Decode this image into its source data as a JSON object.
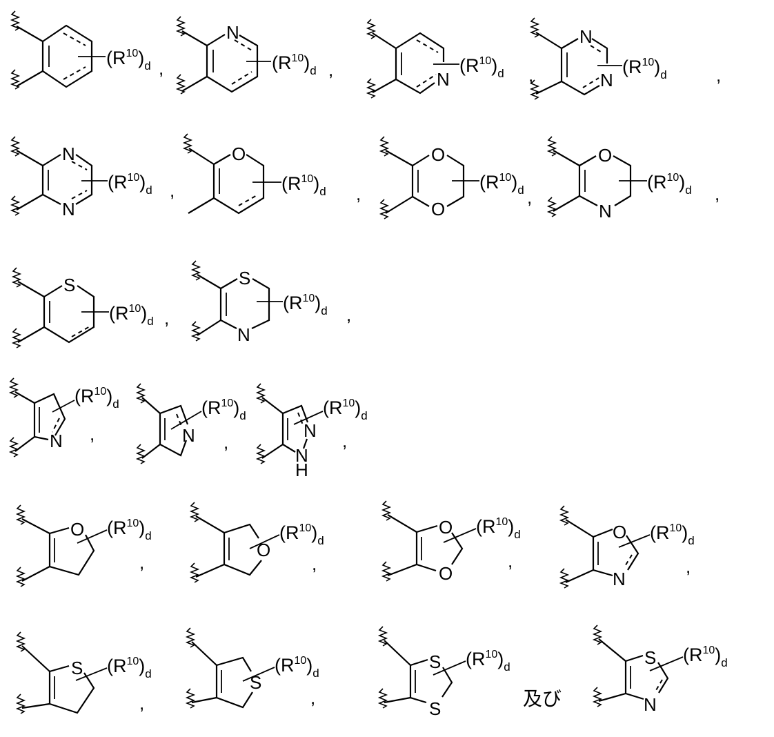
{
  "figure": {
    "description": "Fused ring fragments with substituent (R10)d",
    "substituent": {
      "open": "(R",
      "superscript": "10",
      "close": ")",
      "subscript": "d"
    },
    "separator": ",",
    "conjunction": "及び"
  },
  "structures": [
    {
      "id": 1,
      "row": 1,
      "name": "benzene-fused",
      "atoms": []
    },
    {
      "id": 2,
      "row": 1,
      "name": "pyridine-fused-2,3",
      "atoms": [
        "N"
      ]
    },
    {
      "id": 3,
      "row": 1,
      "name": "pyridine-fused-3,4",
      "atoms": [
        "N"
      ]
    },
    {
      "id": 4,
      "row": 1,
      "name": "pyrimidine-fused",
      "atoms": [
        "N",
        "N"
      ]
    },
    {
      "id": 5,
      "row": 2,
      "name": "pyrazine-fused",
      "atoms": [
        "N",
        "N"
      ]
    },
    {
      "id": 6,
      "row": 2,
      "name": "pyran-fused",
      "atoms": [
        "O"
      ]
    },
    {
      "id": 7,
      "row": 2,
      "name": "dioxine-fused",
      "atoms": [
        "O",
        "O"
      ]
    },
    {
      "id": 8,
      "row": 2,
      "name": "oxazine-fused",
      "atoms": [
        "O",
        "N"
      ]
    },
    {
      "id": 9,
      "row": 3,
      "name": "thiopyran-fused",
      "atoms": [
        "S"
      ]
    },
    {
      "id": 10,
      "row": 3,
      "name": "thiazine-fused",
      "atoms": [
        "S",
        "N"
      ]
    },
    {
      "id": 11,
      "row": 4,
      "name": "pyrroline-fused-N-alpha",
      "atoms": [
        "N"
      ]
    },
    {
      "id": 12,
      "row": 4,
      "name": "pyrroline-fused-N-beta",
      "atoms": [
        "N"
      ]
    },
    {
      "id": 13,
      "row": 4,
      "name": "pyrazoline-fused",
      "atoms": [
        "N",
        "N",
        "H"
      ]
    },
    {
      "id": 14,
      "row": 5,
      "name": "dihydrofuran-fused-O-alpha",
      "atoms": [
        "O"
      ]
    },
    {
      "id": 15,
      "row": 5,
      "name": "dihydrofuran-fused-O-beta",
      "atoms": [
        "O"
      ]
    },
    {
      "id": 16,
      "row": 5,
      "name": "dioxole-fused",
      "atoms": [
        "O",
        "O"
      ]
    },
    {
      "id": 17,
      "row": 5,
      "name": "oxazole-fused",
      "atoms": [
        "O",
        "N"
      ]
    },
    {
      "id": 18,
      "row": 6,
      "name": "dihydrothiophene-fused-S-alpha",
      "atoms": [
        "S"
      ]
    },
    {
      "id": 19,
      "row": 6,
      "name": "dihydrothiophene-fused-S-beta",
      "atoms": [
        "S"
      ]
    },
    {
      "id": 20,
      "row": 6,
      "name": "dithiole-fused",
      "atoms": [
        "S",
        "S"
      ]
    },
    {
      "id": 21,
      "row": 6,
      "name": "thiazole-fused",
      "atoms": [
        "S",
        "N"
      ]
    }
  ],
  "labels": {
    "N": "N",
    "O": "O",
    "S": "S",
    "H": "H"
  }
}
